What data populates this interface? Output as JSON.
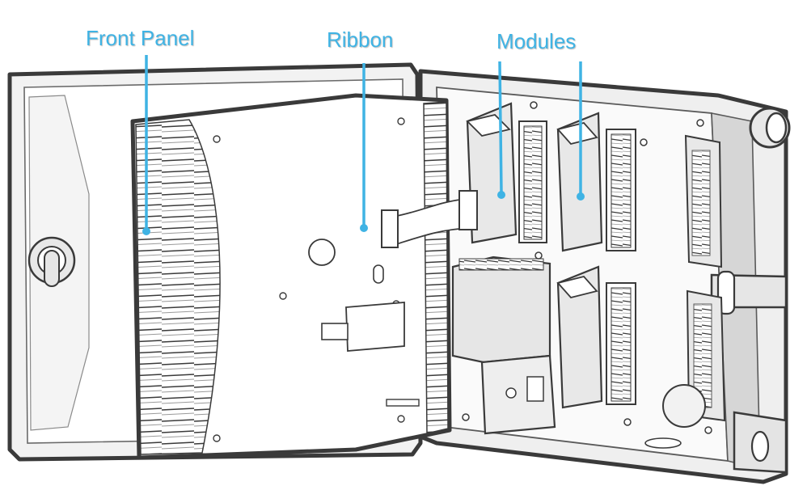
{
  "labels": {
    "front_panel": "Front Panel",
    "ribbon": "Ribbon",
    "modules": "Modules"
  },
  "colors": {
    "callout": "#3fb3e4",
    "outline": "#3a3a3a",
    "housing": "#f2f2f2",
    "shade": "#d6d6d6",
    "background": "#ffffff"
  },
  "icons": {
    "lock": "keyhole-lock-icon",
    "plug": "cable-plug-icon"
  }
}
